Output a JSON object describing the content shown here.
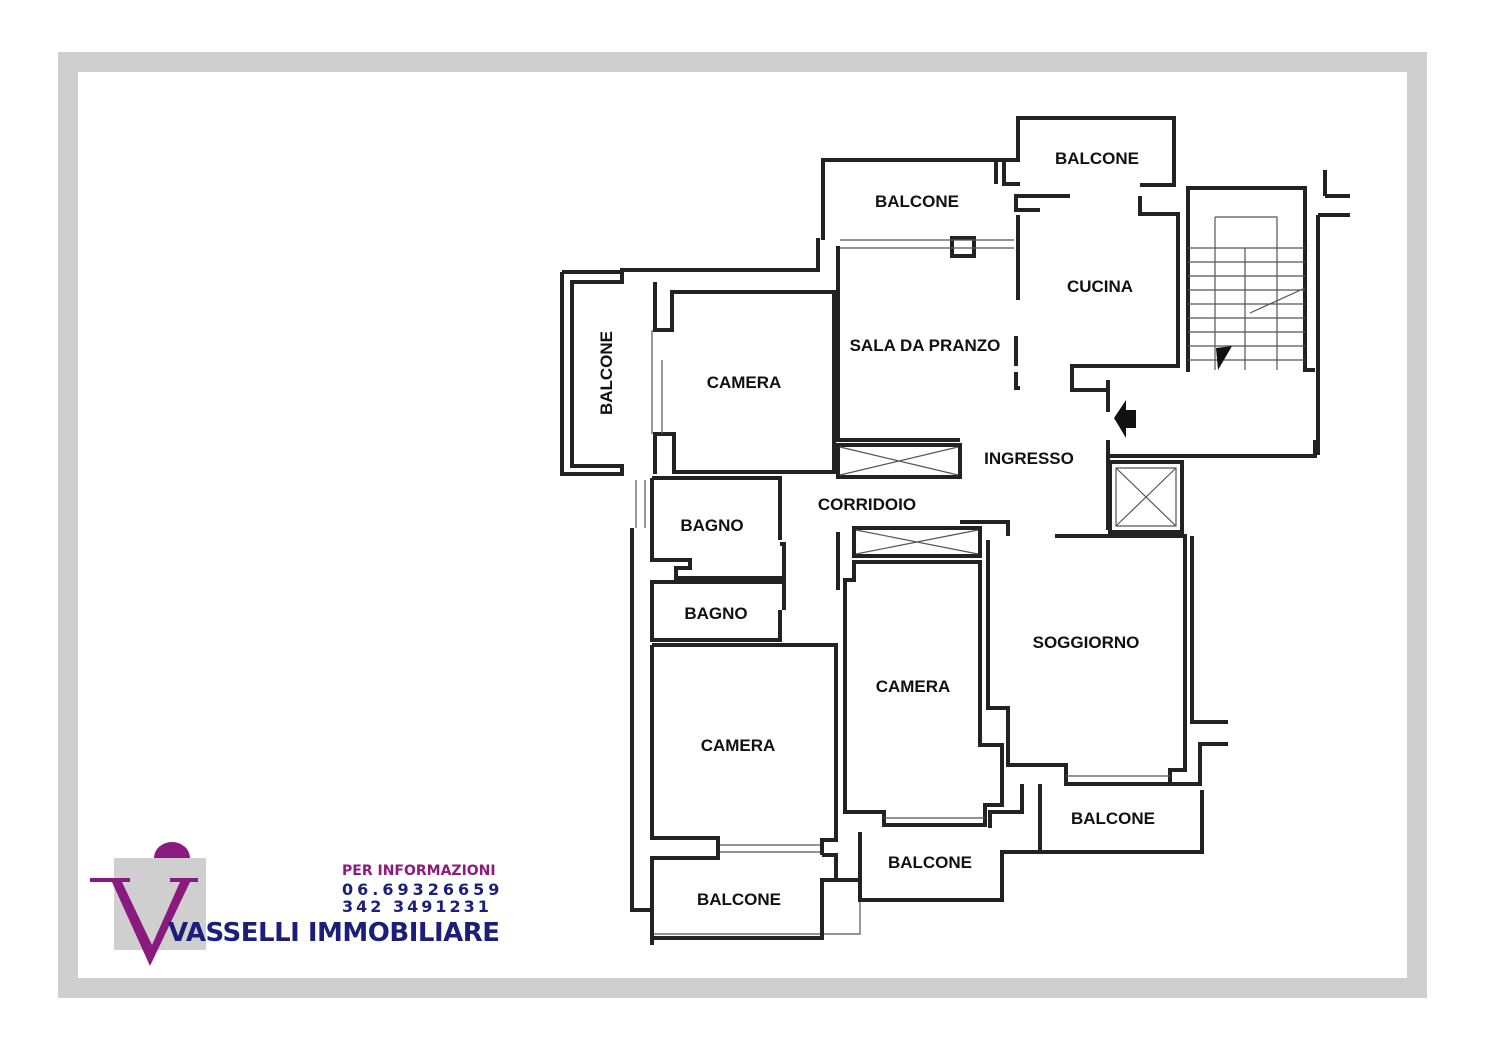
{
  "plan": {
    "rooms": {
      "balcone_top_right": "BALCONE",
      "balcone_top": "BALCONE",
      "cucina": "CUCINA",
      "sala_da_pranzo": "SALA DA PRANZO",
      "balcone_left": "BALCONE",
      "camera_top_left": "CAMERA",
      "ingresso": "INGRESSO",
      "corridoio": "CORRIDOIO",
      "bagno_1": "BAGNO",
      "bagno_2": "BAGNO",
      "soggiorno": "SOGGIORNO",
      "camera_mid": "CAMERA",
      "camera_bottom_left": "CAMERA",
      "balcone_bottom_right": "BALCONE",
      "balcone_bottom_mid": "BALCONE",
      "balcone_bottom_left": "BALCONE"
    }
  },
  "logo": {
    "info_label": "PER INFORMAZIONI",
    "phone_1": "06.69326659",
    "phone_2": "342 3491231",
    "company": "VASSELLI IMMOBILIARE",
    "colors": {
      "purple": "#8b1a7f",
      "navy": "#1c1f7a",
      "gray": "#cfcfcf"
    }
  }
}
